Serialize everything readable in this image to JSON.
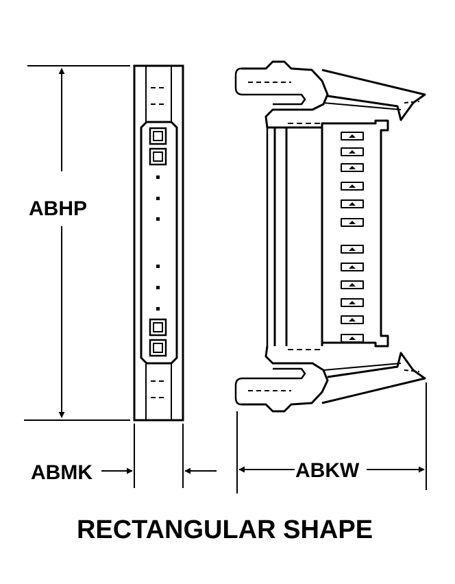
{
  "labels": {
    "height": "ABHP",
    "width": "ABMK",
    "depth": "ABKW"
  },
  "caption": "RECTANGULAR SHAPE"
}
